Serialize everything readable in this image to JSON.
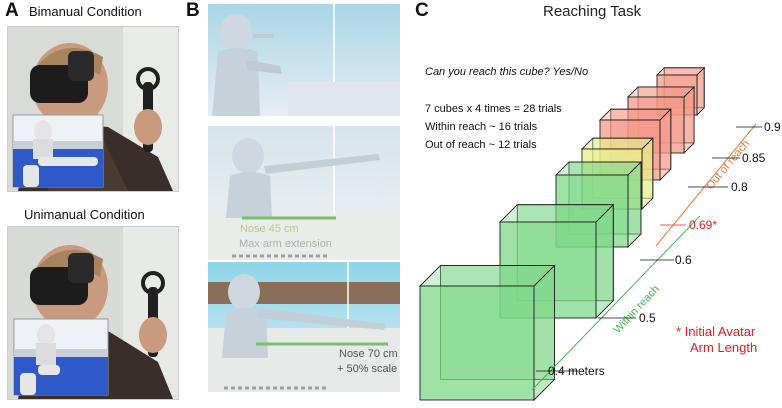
{
  "panel_a": {
    "letter": "A",
    "top_title": "Bimanual Condition",
    "bottom_title": "Unimanual Condition"
  },
  "panel_b": {
    "letter": "B",
    "frame2": {
      "line1": "Nose 45 cm",
      "line2": "Max arm extension"
    },
    "frame3": {
      "line1": "Nose 70 cm",
      "line2": "+ 50% scale"
    }
  },
  "panel_c": {
    "letter": "C",
    "title": "Reaching Task",
    "question": "Can you reach this cube? Yes/No",
    "info": [
      "7 cubes x 4 times = 28 trials",
      "Within reach ~ 16 trials",
      "Out of reach ~ 12 trials"
    ],
    "within_reach_label": "Within reach",
    "out_of_reach_label": "Out of reach",
    "cube_labels": [
      "0.4 meters",
      "0.5",
      "0.6",
      "0.69*",
      "0.8",
      "0.85",
      "0.9"
    ],
    "note_line1": "* Initial Avatar",
    "note_line2": "Arm Length",
    "colors": {
      "within": "#7fd88a",
      "threshold": "#e8f08a",
      "out": "#f59a8a",
      "accent_red": "#e02020",
      "within_line": "#3cb84a",
      "out_line": "#e07a3a"
    }
  }
}
